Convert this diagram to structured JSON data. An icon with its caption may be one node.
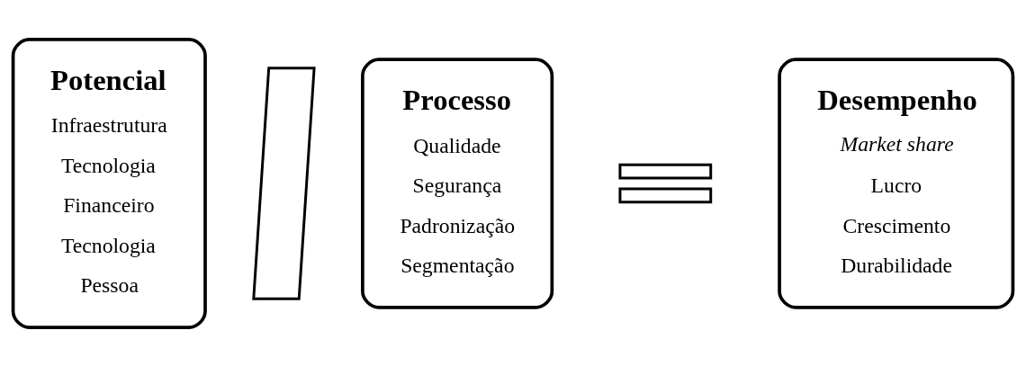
{
  "diagram": {
    "nodes": [
      {
        "text": [
          "Potencial",
          "Infraestrutura",
          "Tecnologia",
          "Financeiro",
          "Tecnologia",
          "Pessoa"
        ]
      },
      {
        "text": [],
        "shape": "cross"
      },
      {
        "text": [
          "Processo",
          "Qualidade",
          "Segurança",
          "Padronização",
          "Segmentação"
        ]
      },
      {
        "text": [],
        "shape": "equals"
      },
      {
        "text": [
          "Desempenho",
          "Market share",
          "Lucro",
          "Crescimento",
          "Durabilidade"
        ]
      }
    ]
  }
}
